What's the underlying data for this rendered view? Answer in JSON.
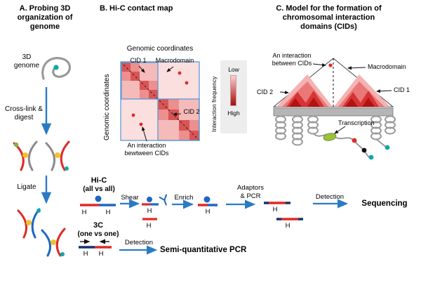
{
  "colors": {
    "arrow_blue": "#2b7bc4",
    "fragment_red": "#e02a24",
    "fragment_blue": "#1f66c0",
    "adaptor_navy": "#14316e",
    "teal": "#12a5ac",
    "yellow": "#f2c12e",
    "green_polymerase": "#9ac23c",
    "heat_low": "#fdeaea",
    "heat_high": "#a80d0d",
    "cid_box_blue": "#5b9bd5"
  },
  "panel_a": {
    "title": "A. Probing 3D organization of genome",
    "genome_label": "3D genome",
    "crosslink_label": "Cross-link & digest",
    "ligate_label": "Ligate"
  },
  "panel_b": {
    "title": "B. Hi-C contact map",
    "axis_top": "Genomic coordinates",
    "axis_left": "Genomic coordinates",
    "cid1_label": "CID 1",
    "macrodomain_label": "Macrodomain",
    "cid2_label": "CID 2",
    "interaction_label": "An interaction bewtween CIDs",
    "legend": {
      "title": "Interaction frequency",
      "low": "Low",
      "high": "High"
    }
  },
  "panel_c": {
    "title": "C. Model for the formation of chromosomal interaction domains (CIDs)",
    "interaction_label": "An interaction between CIDs",
    "macrodomain_label": "Macrodomain",
    "cid1_label": "CID 1",
    "cid2_label": "CID 2",
    "transcription_label": "Transcription"
  },
  "workflow": {
    "hic_title": "Hi-C",
    "hic_subtitle": "(all vs all)",
    "shear_label": "Shear",
    "enrich_label": "Enrich",
    "adaptors_label_line1": "Adaptors",
    "adaptors_label_line2": "& PCR",
    "detection_label": "Detection",
    "sequencing_label": "Sequencing",
    "h_label": "H",
    "c3_title": "3C",
    "c3_subtitle": "(one vs one)",
    "c3_detection_label": "Detection",
    "semi_pcr_label": "Semi-quantitative PCR"
  }
}
